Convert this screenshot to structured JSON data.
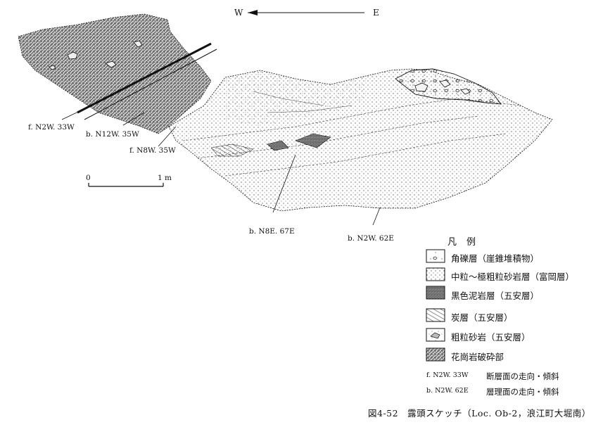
{
  "compass": {
    "west": "W",
    "east": "E"
  },
  "scale_bar": {
    "start": "0",
    "end": "1 m"
  },
  "annotations": [
    {
      "id": "f1",
      "text": "f. N2W. 33W"
    },
    {
      "id": "b1",
      "text": "b. N12W. 35W"
    },
    {
      "id": "f2",
      "text": "f. N8W. 35W"
    },
    {
      "id": "b2",
      "text": "b. N8E. 67E"
    },
    {
      "id": "b3",
      "text": "b. N2W. 62E"
    }
  ],
  "legend": {
    "title": "凡例",
    "items": [
      {
        "label": "角礫層（崖錐堆積物）",
        "pattern": "breccia"
      },
      {
        "label": "中粒〜極粗粒砂岩層（富岡層）",
        "pattern": "sandstone"
      },
      {
        "label": "黒色泥岩層（五安層）",
        "pattern": "mudstone"
      },
      {
        "label": "炭層（五安層）",
        "pattern": "coal"
      },
      {
        "label": "粗粒砂岩（五安層）",
        "pattern": "coarse"
      },
      {
        "label": "花崗岩破砕部",
        "pattern": "granite"
      }
    ],
    "abbreviations": [
      {
        "code": "f. N2W. 33W",
        "meaning": "断層面の走向・傾斜"
      },
      {
        "code": "b. N2W. 62E",
        "meaning": "層理面の走向・傾斜"
      }
    ]
  },
  "caption": "図4-52　露頭スケッチ（Loc. Ob-2，浪江町大堀南）"
}
